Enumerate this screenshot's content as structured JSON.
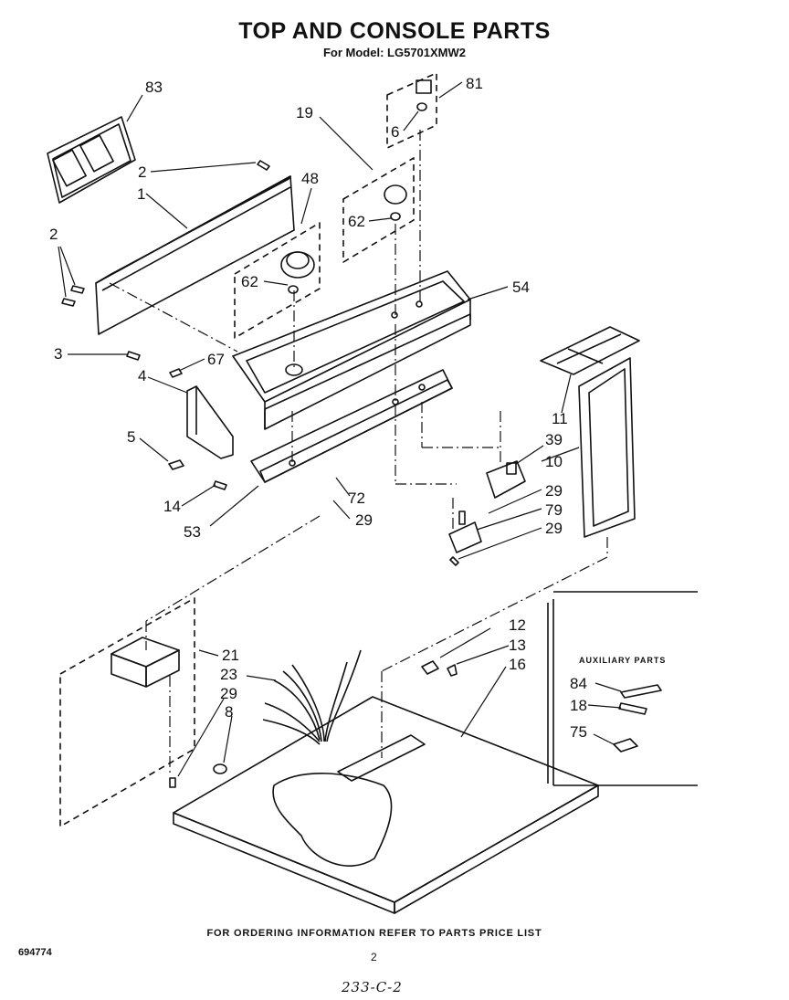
{
  "header": {
    "title": "TOP AND CONSOLE PARTS",
    "subtitle": "For Model: LG5701XMW2"
  },
  "callouts": {
    "p83": "83",
    "p2a": "2",
    "p1": "1",
    "p48": "48",
    "p19": "19",
    "p81": "81",
    "p6": "6",
    "p62a": "62",
    "p62b": "62",
    "p54": "54",
    "p2b": "2",
    "p3": "3",
    "p67": "67",
    "p4": "4",
    "p5": "5",
    "p14": "14",
    "p53": "53",
    "p72": "72",
    "p29a": "29",
    "p11": "11",
    "p39": "39",
    "p10": "10",
    "p29b": "29",
    "p79": "79",
    "p29c": "29",
    "p12": "12",
    "p13": "13",
    "p16": "16",
    "p21": "21",
    "p23": "23",
    "p29d": "29",
    "p8": "8",
    "p84": "84",
    "p18": "18",
    "p75": "75"
  },
  "auxiliary": {
    "title": "AUXILIARY PARTS"
  },
  "footer": {
    "note": "FOR ORDERING INFORMATION REFER TO PARTS PRICE LIST",
    "doc_number": "694774",
    "page_number": "2",
    "handwritten_code": "233-C-2"
  }
}
